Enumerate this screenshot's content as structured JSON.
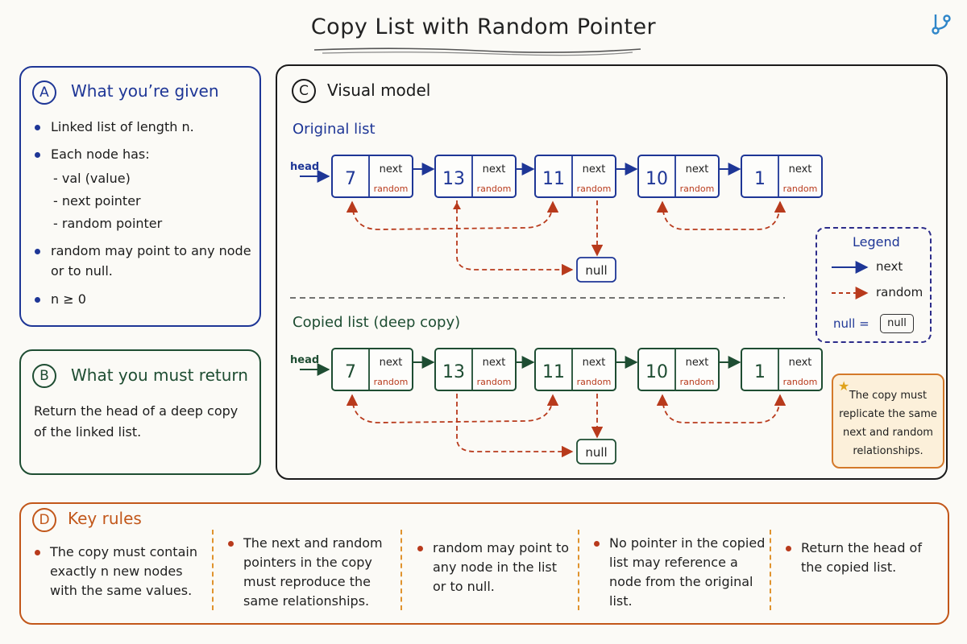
{
  "title": "Copy List with Random Pointer",
  "panel_a": {
    "badge": "A",
    "title": "What you’re given",
    "items": [
      "Linked list of length n.",
      "Each node has:",
      "- val (value)",
      "- next pointer",
      "- random pointer",
      "random may point to any node",
      "or to null.",
      "n ≥ 0"
    ]
  },
  "panel_b": {
    "badge": "B",
    "title": "What you must return",
    "lines": [
      "Return the head of a deep copy",
      "of the linked list."
    ]
  },
  "panel_c": {
    "badge": "C",
    "title": "Visual model",
    "original_label": "Original list",
    "copied_label": "Copied list (deep copy)",
    "head_label": "head",
    "next_label": "next",
    "random_label": "random",
    "null_label": "null",
    "original_values": [
      "7",
      "13",
      "11",
      "10",
      "1"
    ],
    "copied_values": [
      "7",
      "13",
      "11",
      "10",
      "1"
    ]
  },
  "legend": {
    "title": "Legend",
    "next": "next",
    "random": "random",
    "null_eq": "null =",
    "null_box": "null"
  },
  "note": {
    "lines": [
      "The copy must",
      "replicate the same",
      "next and random",
      "relationships."
    ]
  },
  "panel_d": {
    "badge": "D",
    "title": "Key rules",
    "rules": [
      [
        "The copy must contain",
        "exactly n new nodes",
        "with the same values."
      ],
      [
        "The next and random",
        "pointers in the copy",
        "must reproduce the",
        "same relationships."
      ],
      [
        "random may point to",
        "any node in the list",
        "or to null."
      ],
      [
        "No pointer in the copied",
        "list may reference a",
        "node from the original",
        "list."
      ],
      [
        "Return the head of",
        "the copied list."
      ]
    ]
  },
  "colors": {
    "blue": "#1e3696",
    "green": "#1e4d32",
    "red": "#b83a1c",
    "orange": "#c2571a"
  }
}
